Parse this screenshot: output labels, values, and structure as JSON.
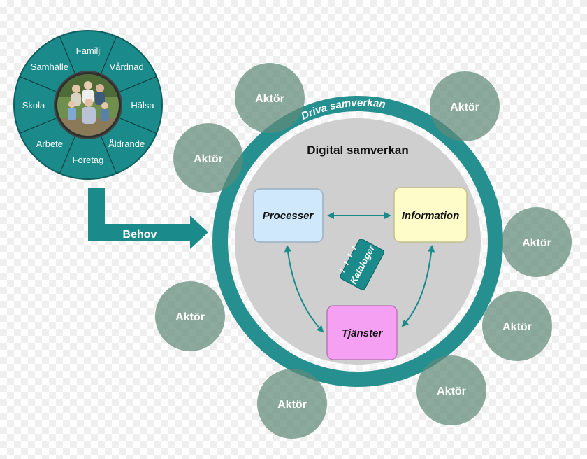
{
  "colors": {
    "teal": "#1a8a8a",
    "teal_dark": "#0e5f5f",
    "actor": "#5f8a78",
    "inner_gray": "#cfcfcf",
    "processer_box": "#cfe8fb",
    "information_box": "#fefcc8",
    "tjanster_box": "#f6a0f4"
  },
  "wheel": {
    "segments": [
      "Familj",
      "Vårdnad",
      "Hälsa",
      "Åldrande",
      "Företag",
      "Arbete",
      "Skola",
      "Samhälle"
    ],
    "center_image": "family-photo"
  },
  "behov_label": "Behov",
  "ring_label": "Driva samverkan",
  "inner_title": "Digital samverkan",
  "boxes": {
    "processer": "Processer",
    "information": "Information",
    "tjanster": "Tjänster"
  },
  "catalog_label": "Kataloger",
  "actors": [
    "Aktör",
    "Aktör",
    "Aktör",
    "Aktör",
    "Aktör",
    "Aktör",
    "Aktör",
    "Aktör"
  ]
}
